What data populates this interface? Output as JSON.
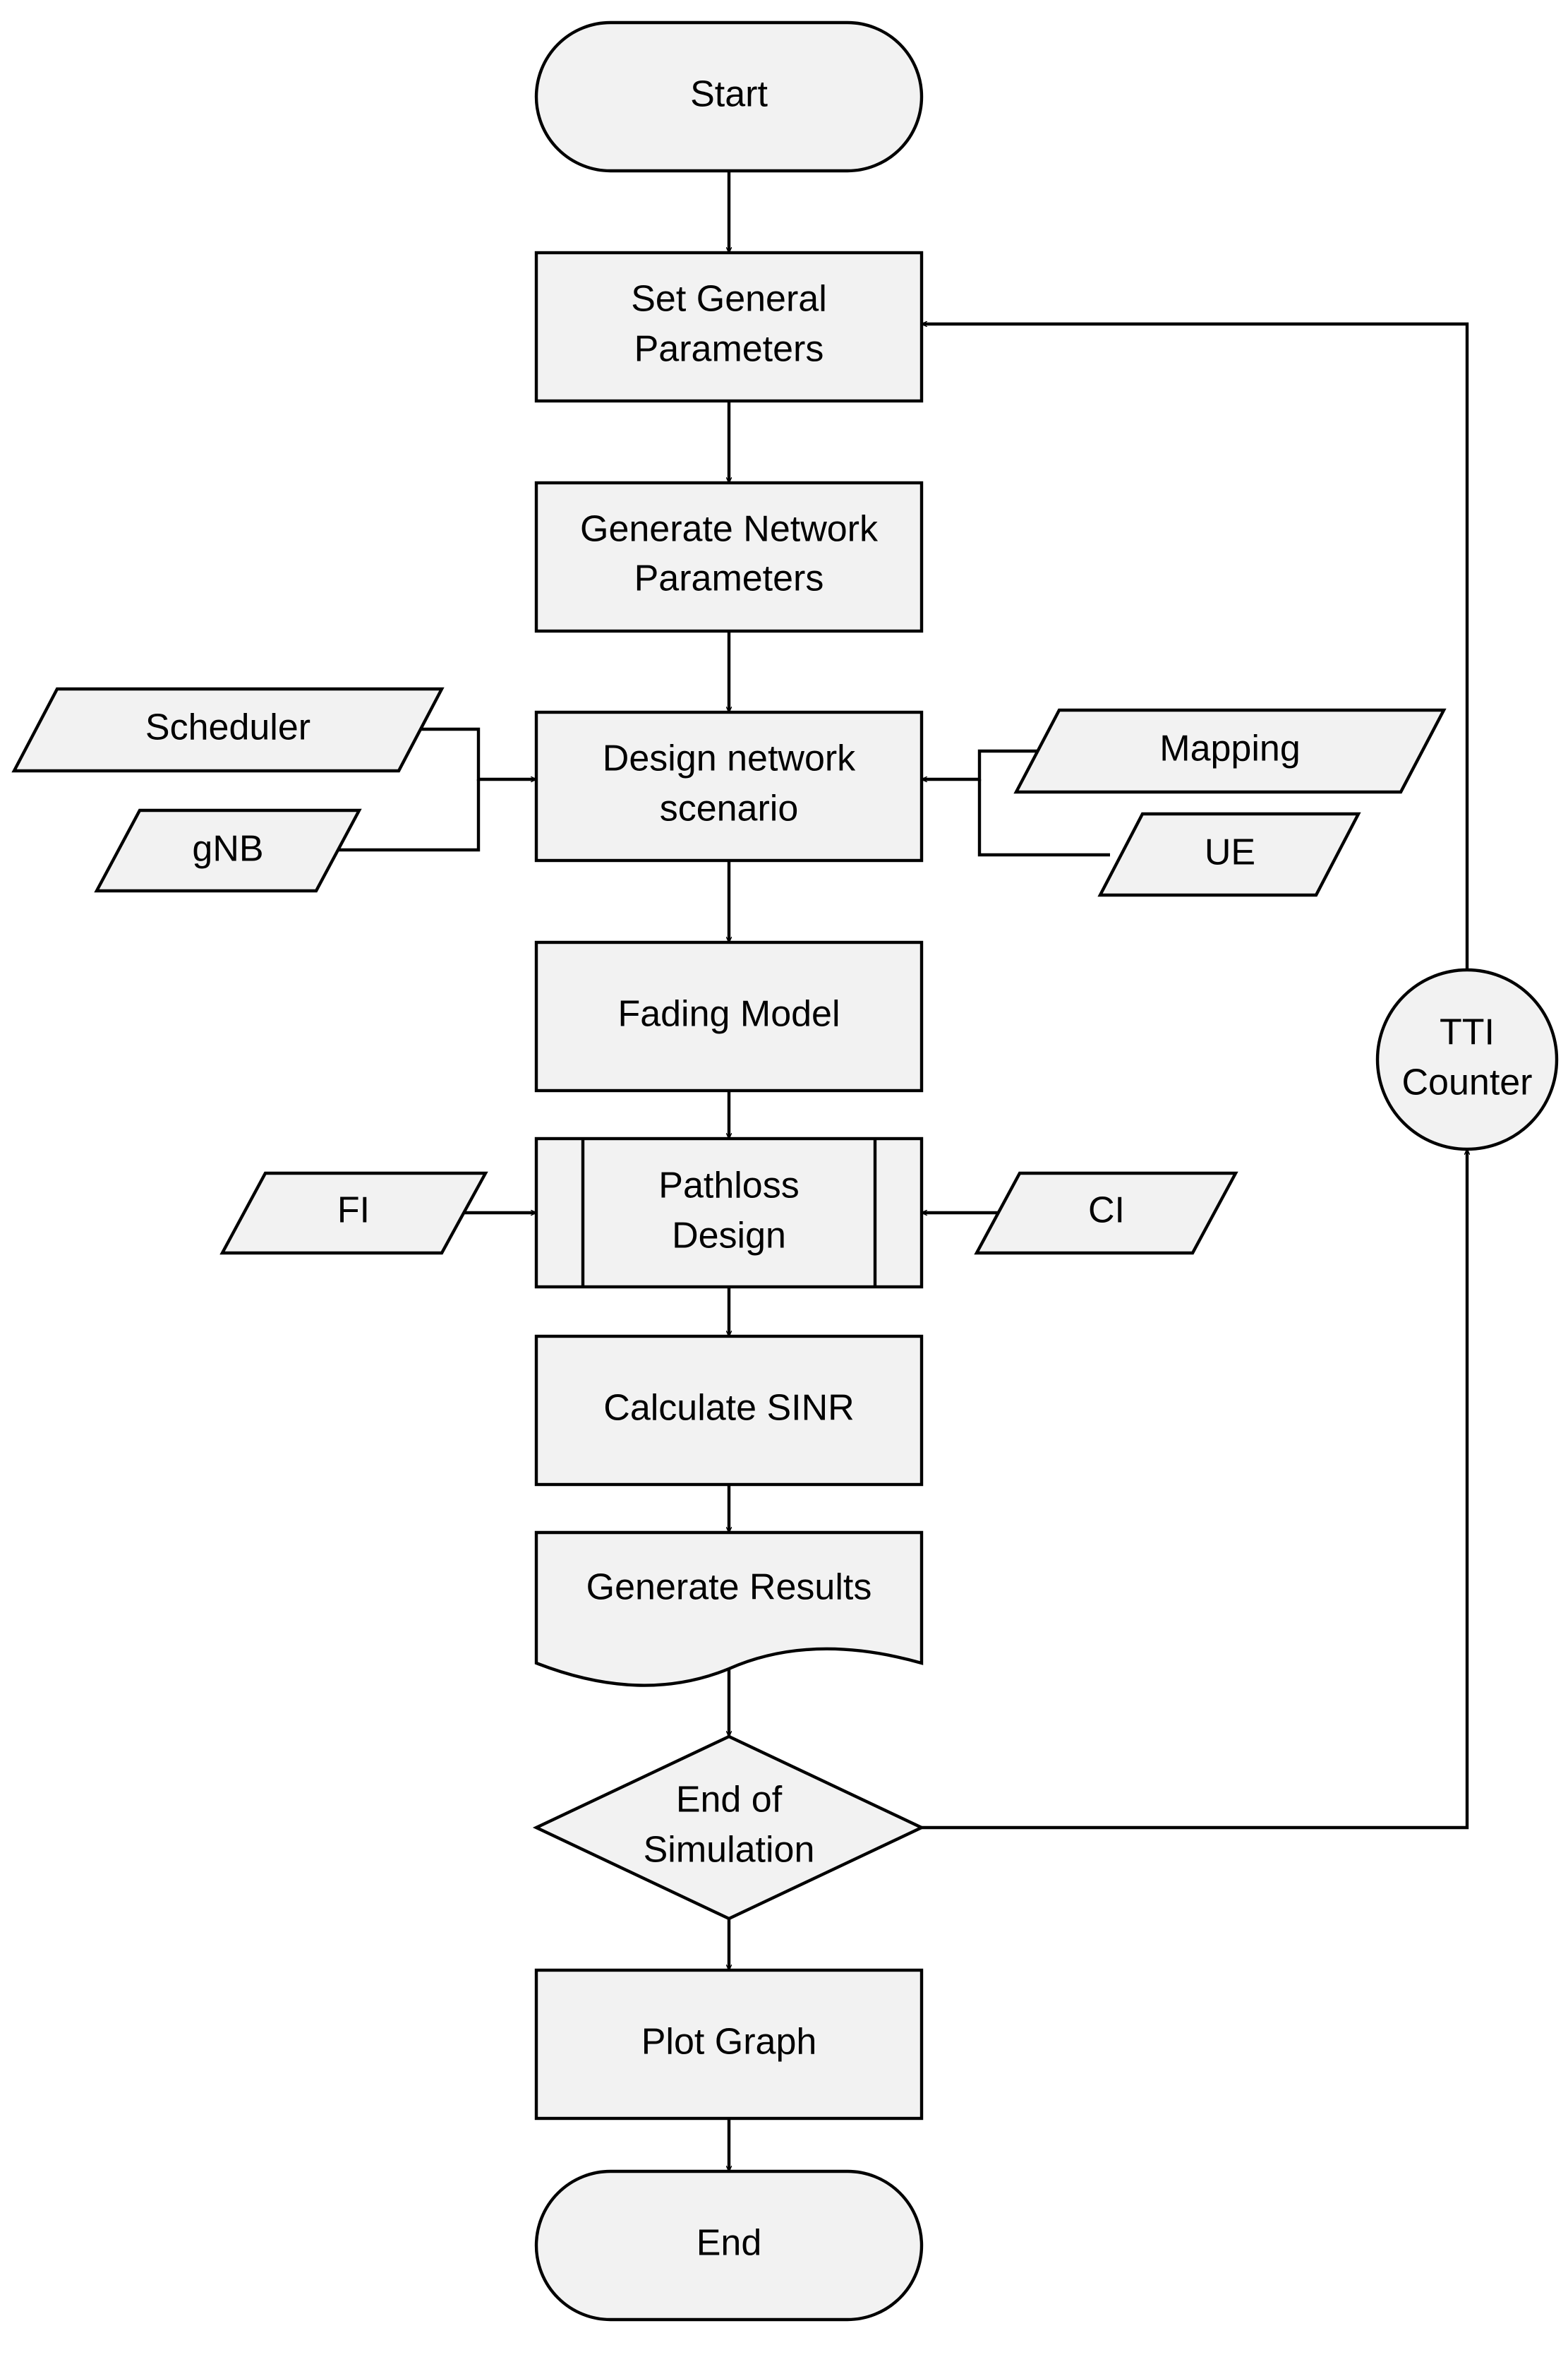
{
  "nodes": {
    "start": "Start",
    "set_general_line1": "Set General",
    "set_general_line2": "Parameters",
    "generate_network_line1": "Generate Network",
    "generate_network_line2": "Parameters",
    "design_network_line1": "Design network",
    "design_network_line2": "scenario",
    "fading_model": "Fading Model",
    "pathloss_line1": "Pathloss",
    "pathloss_line2": "Design",
    "calculate_sinr": "Calculate SINR",
    "generate_results": "Generate Results",
    "end_of_simulation_line1": "End of",
    "end_of_simulation_line2": "Simulation",
    "plot_graph": "Plot Graph",
    "end": "End",
    "tti_counter_line1": "TTI",
    "tti_counter_line2": "Counter"
  },
  "inputs": {
    "scheduler": "Scheduler",
    "gnb": "gNB",
    "mapping": "Mapping",
    "ue": "UE",
    "fi": "FI",
    "ci": "CI"
  },
  "colors": {
    "shape_fill": "#f2f2f2",
    "stroke": "#000000",
    "background": "#ffffff"
  }
}
